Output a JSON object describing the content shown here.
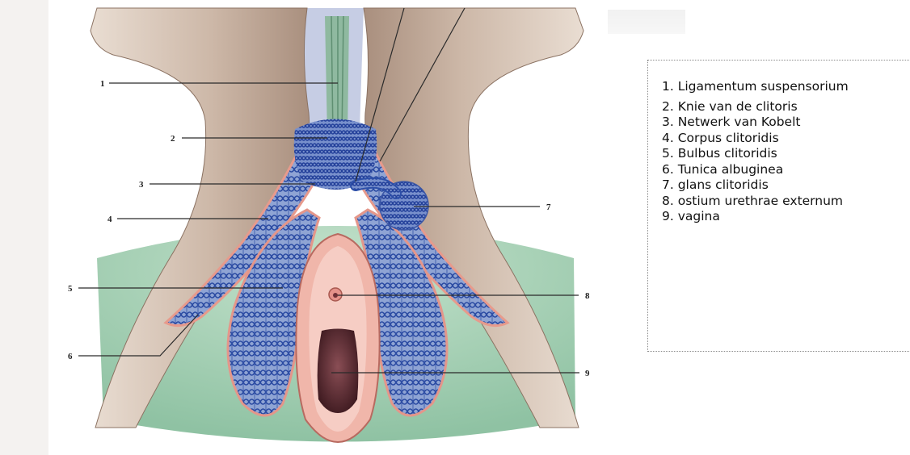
{
  "diagram": {
    "callout_numbers": [
      "1",
      "2",
      "3",
      "4",
      "5",
      "6",
      "7",
      "8",
      "9"
    ]
  },
  "legend": {
    "items": [
      "1. Ligamentum suspensorium",
      "2. Knie van de clitoris",
      "3. Netwerk van Kobelt",
      "4. Corpus clitoridis",
      "5. Bulbus clitoridis",
      "6. Tunica albuginea",
      "7. glans clitoridis",
      "8. ostium urethrae externum",
      "9. vagina"
    ]
  },
  "colors": {
    "thigh_skin": "#c9b4a4",
    "thigh_shadow": "#9e8676",
    "green_background": "#a8d0b6",
    "vein_network": "#2d4fa8",
    "bulb_fill": "#6f84bf",
    "mucosa_pink": "#e8a89c",
    "vaginal_opening": "#5a2a30",
    "ligament_green": "#8fb9a0"
  }
}
